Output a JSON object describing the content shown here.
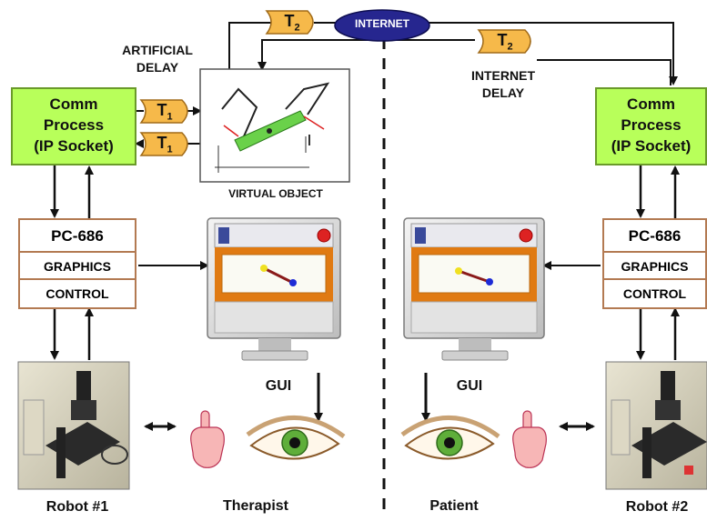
{
  "diagram": {
    "internet": "INTERNET",
    "t2": "T",
    "t2_sub": "2",
    "t1": "T",
    "t1_sub": "1",
    "artificial_delay": [
      "ARTIFICIAL",
      "DELAY"
    ],
    "internet_delay": [
      "INTERNET",
      "DELAY"
    ],
    "comm_process": [
      "Comm",
      "Process",
      "(IP Socket)"
    ],
    "pc": {
      "name": "PC-686",
      "graphics": "GRAPHICS",
      "control": "CONTROL"
    },
    "virtual_object": "VIRTUAL OBJECT",
    "gui": "GUI",
    "robot1": "Robot #1",
    "robot2": "Robot #2",
    "therapist": "Therapist",
    "patient": "Patient",
    "colors": {
      "comm_fill": "#b8ff5a",
      "internet_fill": "#26268f",
      "delay_fill": "#f6b94a",
      "pc_border": "#b37a52",
      "monitor_frame": "#e07a12"
    }
  }
}
